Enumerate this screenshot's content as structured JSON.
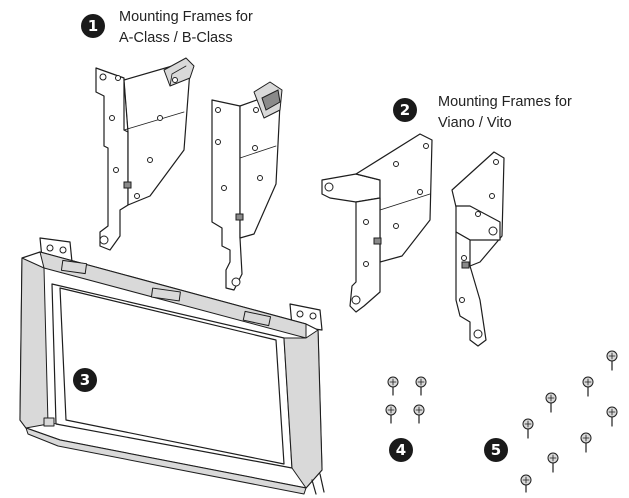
{
  "parts": [
    {
      "number": "1",
      "label_line1": "Mounting Frames for",
      "label_line2": "A-Class / B-Class",
      "item": "mounting-frames-a-b-class"
    },
    {
      "number": "2",
      "label_line1": "Mounting Frames for",
      "label_line2": "Viano / Vito",
      "item": "mounting-frames-viano-vito"
    },
    {
      "number": "3",
      "label_line1": "",
      "label_line2": "",
      "item": "fascia-panel"
    },
    {
      "number": "4",
      "label_line1": "",
      "label_line2": "",
      "item": "small-screws"
    },
    {
      "number": "5",
      "label_line1": "",
      "label_line2": "",
      "item": "long-screws"
    }
  ],
  "colors": {
    "badge": "#1a1a1a",
    "line": "#1e1e1e",
    "shade": "#d9d9d9",
    "background": "#ffffff"
  }
}
